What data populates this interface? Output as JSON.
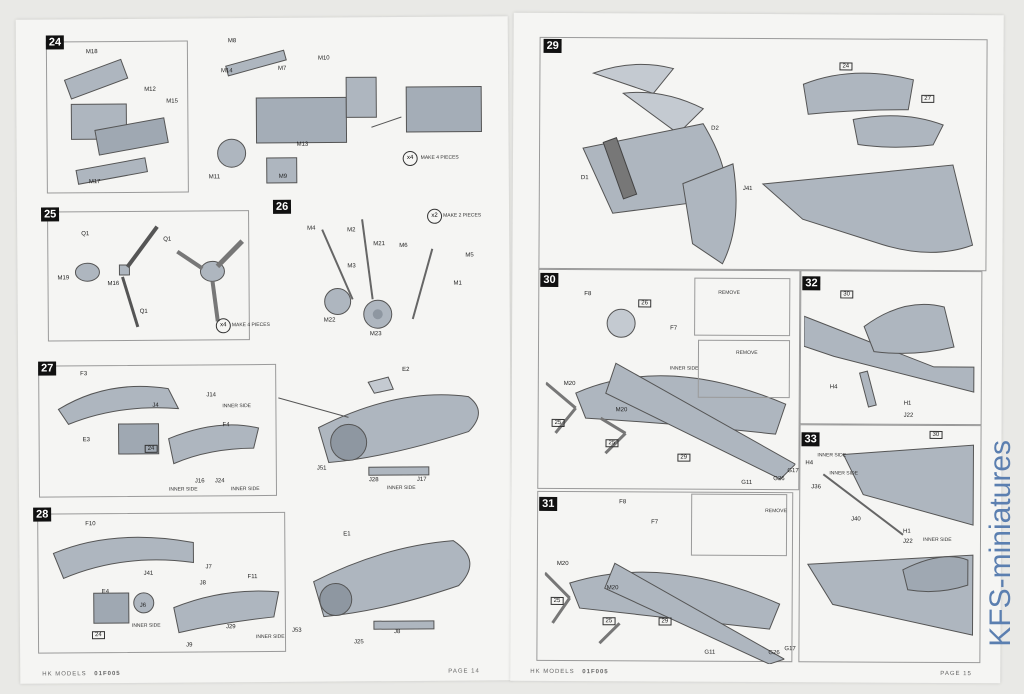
{
  "left_page": {
    "steps": [
      {
        "number": "24",
        "labels": [
          "M18",
          "M12",
          "M15",
          "M17",
          "M8",
          "M14",
          "M7",
          "M10",
          "M11",
          "M9",
          "M13"
        ],
        "multiplier": "x4",
        "make_note": "MAKE 4 PIECES"
      },
      {
        "number": "25",
        "labels": [
          "Q1",
          "Q1",
          "M19",
          "M16",
          "Q1"
        ],
        "multiplier": "x4",
        "make_note": "MAKE 4 PIECES"
      },
      {
        "number": "26",
        "labels": [
          "M4",
          "M2",
          "M21",
          "M6",
          "M5",
          "M3",
          "M1",
          "M22",
          "M23"
        ],
        "multiplier": "x2",
        "make_note": "MAKE 2 PIECES"
      },
      {
        "number": "27",
        "labels": [
          "F3",
          "J14",
          "J4",
          "F4",
          "E3",
          "J16",
          "J24",
          "E2",
          "J51",
          "J28",
          "J17"
        ],
        "notes": [
          "INNER SIDE",
          "INNER SIDE",
          "INNER SIDE",
          "INNER SIDE"
        ],
        "badge": "24"
      },
      {
        "number": "28",
        "labels": [
          "F10",
          "J41",
          "J7",
          "J8",
          "F11",
          "E4",
          "J6",
          "J29",
          "J9",
          "E1",
          "J53",
          "J25",
          "J8"
        ],
        "notes": [
          "INNER SIDE",
          "INNER SIDE"
        ],
        "badge": "24"
      }
    ],
    "footer_brand": "HK MODELS",
    "footer_code": "01F005",
    "footer_page": "PAGE 14"
  },
  "right_page": {
    "steps": [
      {
        "number": "29",
        "labels": [
          "D2",
          "D1",
          "J41"
        ],
        "badges": [
          "24",
          "27"
        ]
      },
      {
        "number": "30",
        "labels": [
          "F8",
          "F7",
          "M20",
          "M20",
          "G11",
          "G26",
          "G17"
        ],
        "notes": [
          "INNER SIDE",
          "REMOVE",
          "REMOVE"
        ],
        "badges": [
          "26",
          "25",
          "25",
          "29"
        ]
      },
      {
        "number": "31",
        "labels": [
          "F8",
          "F7",
          "M20",
          "M20",
          "G11",
          "G26",
          "G17"
        ],
        "notes": [
          "REMOVE"
        ],
        "badges": [
          "25",
          "25",
          "29"
        ]
      },
      {
        "number": "32",
        "labels": [
          "H4",
          "H1",
          "J22"
        ],
        "badges": [
          "30"
        ]
      },
      {
        "number": "33",
        "labels": [
          "H4",
          "J36",
          "J40",
          "H1",
          "J22"
        ],
        "notes": [
          "INNER SIDE",
          "INNER SIDE",
          "INNER SIDE"
        ],
        "badges": [
          "30"
        ]
      }
    ],
    "footer_brand": "HK MODELS",
    "footer_code": "01F005",
    "footer_page": "PAGE 15"
  },
  "watermark": "KFS-miniatures",
  "colors": {
    "part_grey": "#aeb6bf",
    "line": "#555555",
    "watermark": "#5b7fb0"
  }
}
